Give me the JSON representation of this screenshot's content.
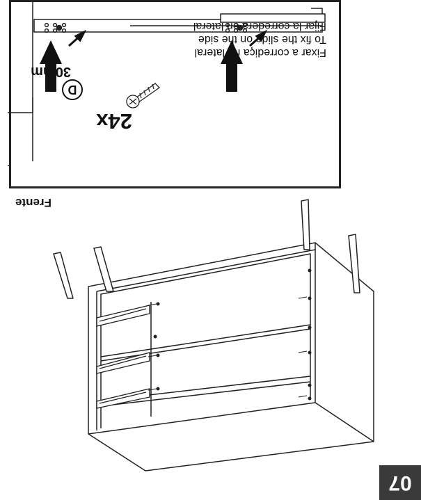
{
  "page": {
    "number": "07"
  },
  "detail": {
    "instructions": [
      "Fixar a corrediça na lateral",
      "To fix the slide on the side",
      "Fijar la corredera en lateral"
    ],
    "quantity": "24x",
    "part_letter": "D",
    "measurement": "30mm"
  },
  "front_label": "Frente",
  "colors": {
    "line": "#222222",
    "page_badge": "#3a3a3a"
  },
  "icons": [
    "screw-icon",
    "arrow-up-icon",
    "pointer-arrow-icon",
    "drawer-slide-icon",
    "cabinet-icon"
  ]
}
